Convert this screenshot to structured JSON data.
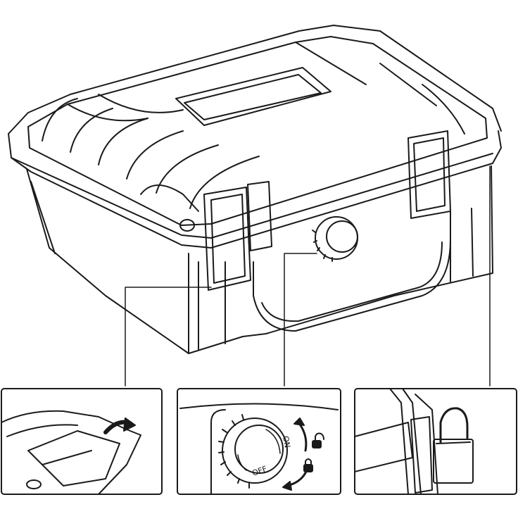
{
  "diagram": {
    "subject": "hard-case-with-callouts",
    "callouts": [
      {
        "id": "latch-detail"
      },
      {
        "id": "pressure-valve-detail",
        "labels": {
          "on": "ON",
          "off": "OFF"
        }
      },
      {
        "id": "padlock-detail"
      }
    ],
    "icons": [
      "unlock-icon",
      "lock-icon",
      "rotate-arrow-icon",
      "padlock-icon"
    ],
    "colors": {
      "ink": "#1a1a1a",
      "paper": "#ffffff"
    }
  }
}
